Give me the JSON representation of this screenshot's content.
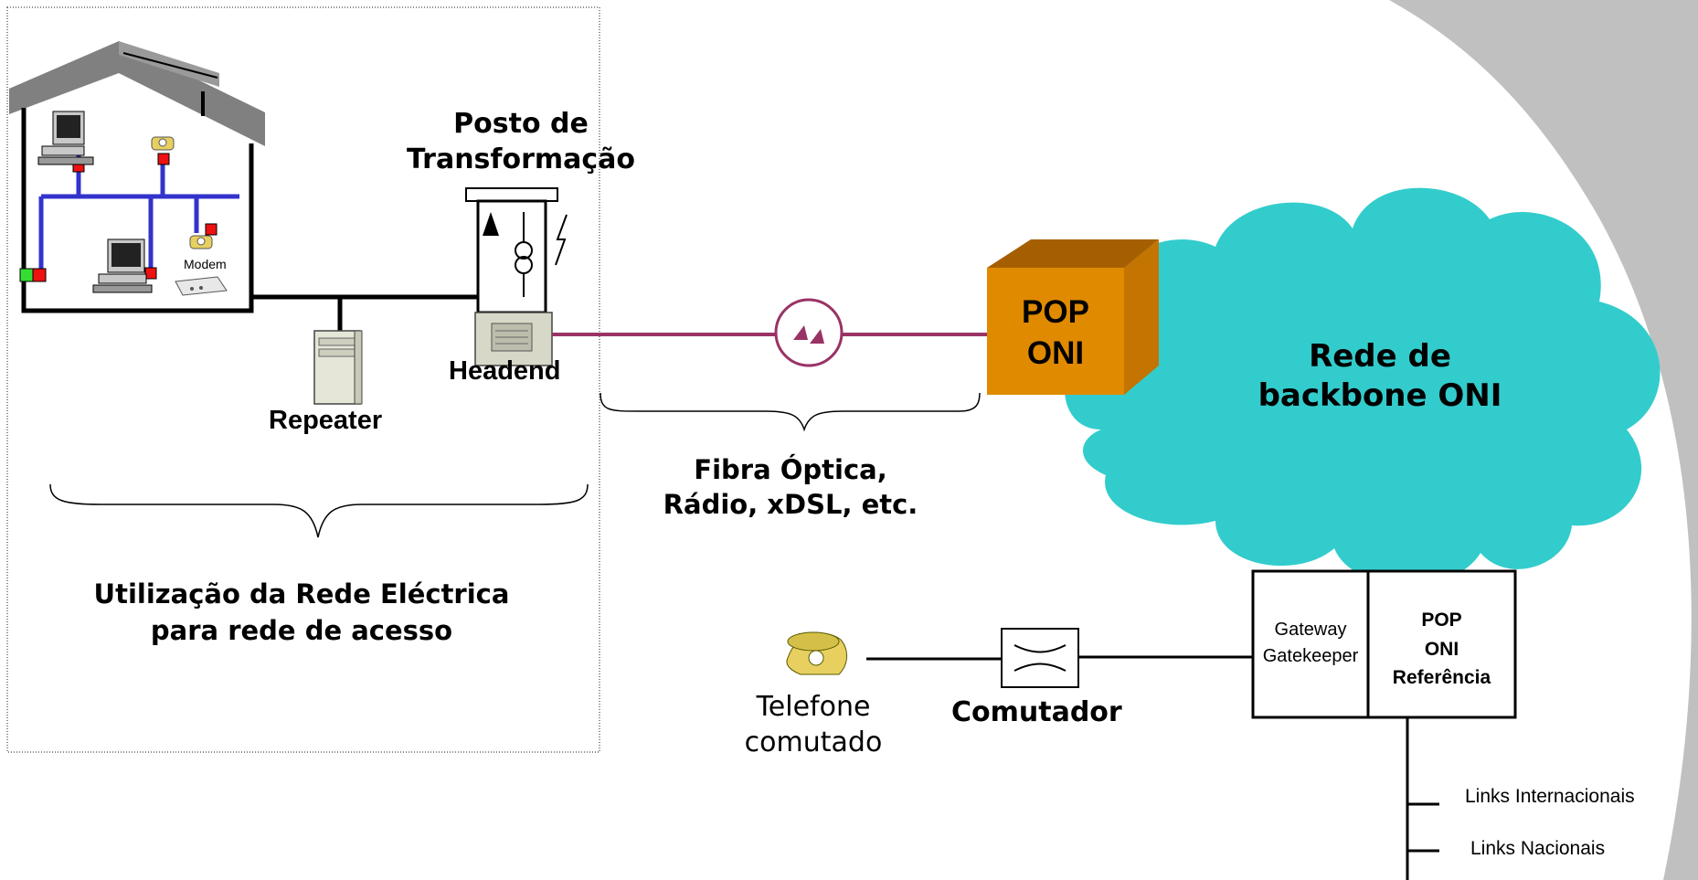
{
  "labels": {
    "posto_line1": "Posto de",
    "posto_line2": "Transformação",
    "modem": "Modem",
    "headend": "Headend",
    "repeater": "Repeater",
    "pop_oni_line1": "POP",
    "pop_oni_line2": "ONI",
    "backbone_line1": "Rede de",
    "backbone_line2": "backbone ONI",
    "fibra_line1": "Fibra Óptica,",
    "fibra_line2": "Rádio, xDSL, etc.",
    "utilizacao_line1": "Utilização da Rede Eléctrica",
    "utilizacao_line2": "para rede de acesso",
    "telefone_line1": "Telefone",
    "telefone_line2": "comutado",
    "comutador": "Comutador",
    "gateway_line1": "Gateway",
    "gateway_line2": "Gatekeeper",
    "pop_ref_line1": "POP",
    "pop_ref_line2": "ONI",
    "pop_ref_line3": "Referência",
    "links_internacionais": "Links Internacionais",
    "links_nacionais": "Links Nacionais"
  },
  "colors": {
    "cloud": "#33CCCC",
    "pop_box_front": "#E08A00",
    "pop_box_top": "#A65F00",
    "pop_box_side": "#C47400",
    "power_bus": "#3333CC",
    "fiber_line": "#993366",
    "background_swoosh": "#BFBFBF"
  }
}
